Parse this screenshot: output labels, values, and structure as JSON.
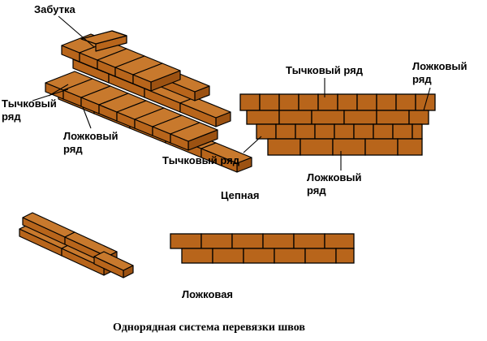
{
  "colors": {
    "brick": "#b8651b",
    "brick_top": "#c8792d",
    "brick_side": "#9c5212",
    "outline": "#000000",
    "background": "#ffffff"
  },
  "labels": {
    "zabutka": "Забутка",
    "tychkovy_left_1": "Тычковый",
    "tychkovy_left_2": "ряд",
    "lozhkovy_left_1": "Ложковый",
    "lozhkovy_left_2": "ряд",
    "tychkovy_top": "Тычковый ряд",
    "lozhkovy_right_1": "Ложковый",
    "lozhkovy_right_2": "ряд",
    "tychkovy_mid": "Тычковый ряд",
    "lozhkovy_bottom_1": "Ложковый",
    "lozhkovy_bottom_2": "ряд",
    "tsepnaya": "Цепная",
    "lozhkovaya": "Ложковая"
  },
  "caption": "Однорядная система перевязки швов"
}
